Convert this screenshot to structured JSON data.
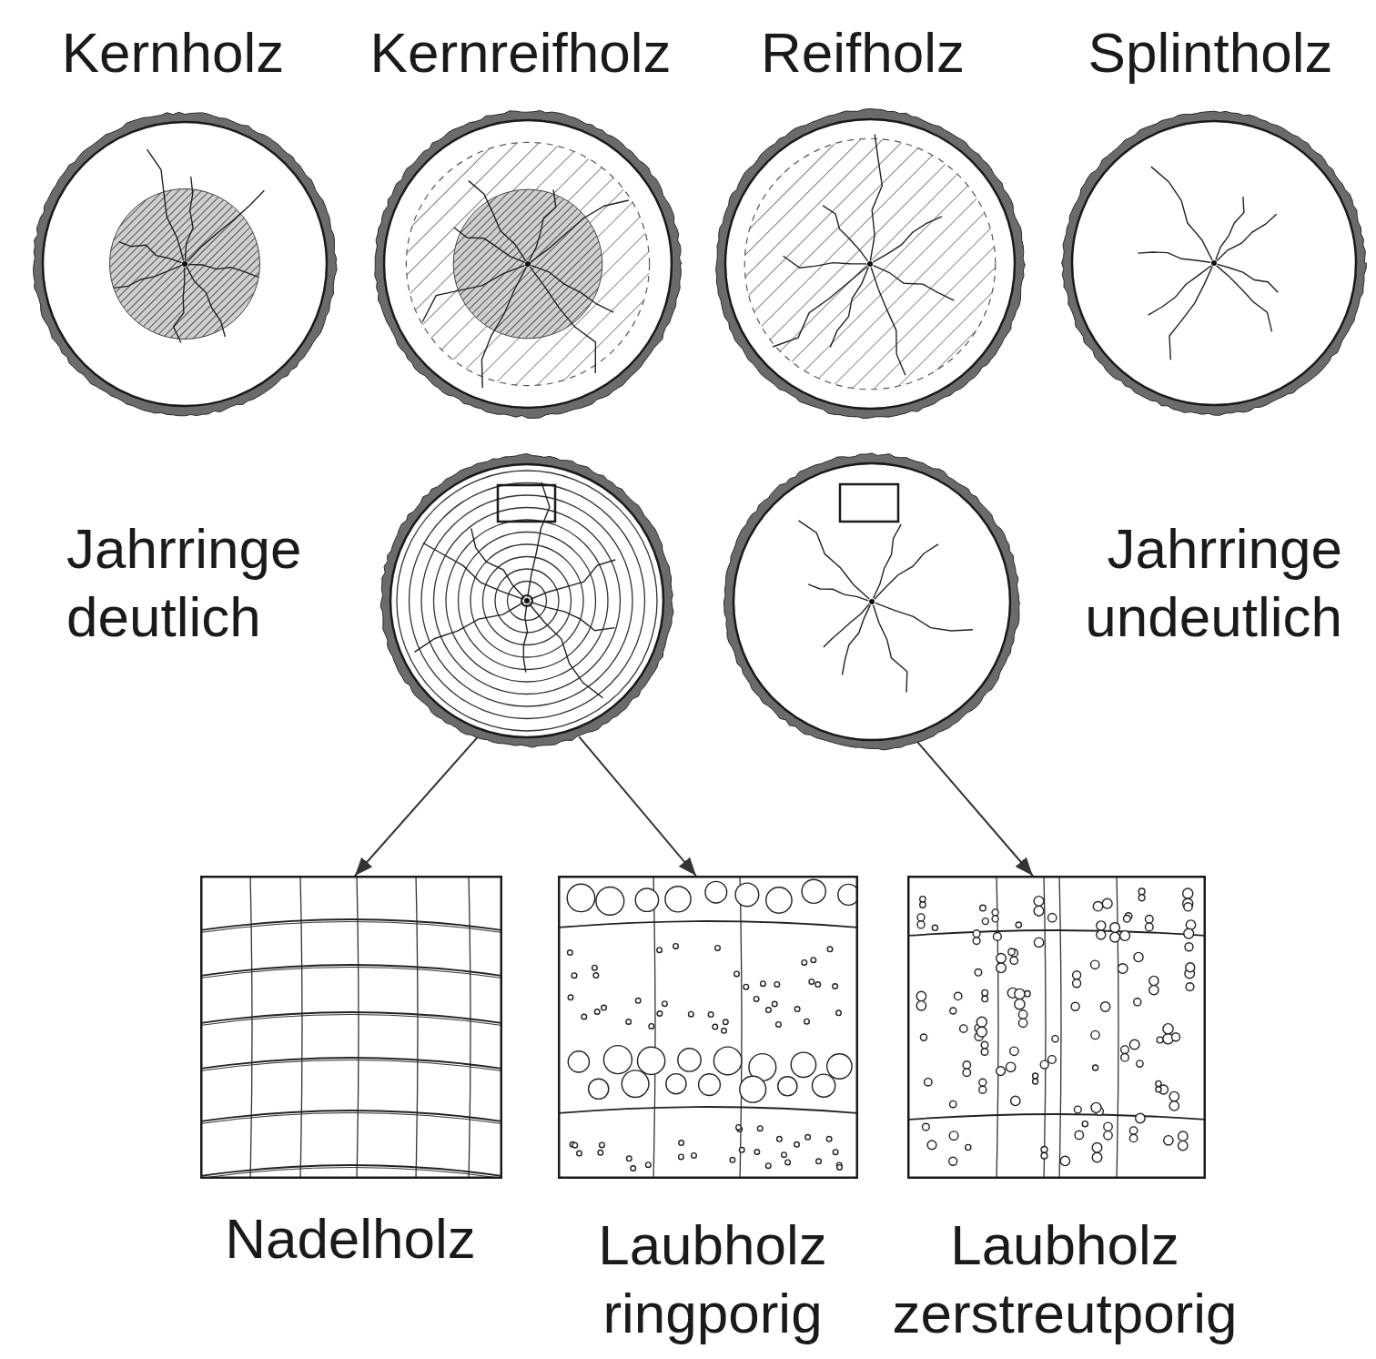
{
  "diagram": {
    "nodes": [
      {
        "text": [
          "Kernholz"
        ]
      },
      {
        "text": [
          "Kernreifholz"
        ]
      },
      {
        "text": [
          "Reifholz"
        ]
      },
      {
        "text": [
          "Splintholz"
        ]
      },
      {
        "text": [
          "Jahrringe deutlich"
        ]
      },
      {
        "text": [
          "Jahrringe undeutlich"
        ]
      },
      {
        "text": [
          "Nadelholz"
        ]
      },
      {
        "text": [
          "Laubholz ringporig"
        ]
      },
      {
        "text": [
          "Laubholz zerstreutporig"
        ]
      }
    ],
    "edges": [
      {
        "from": 4,
        "to": 6,
        "arrow": "to"
      },
      {
        "from": 4,
        "to": 7,
        "arrow": "to"
      },
      {
        "from": 5,
        "to": 8,
        "arrow": "to"
      }
    ]
  }
}
